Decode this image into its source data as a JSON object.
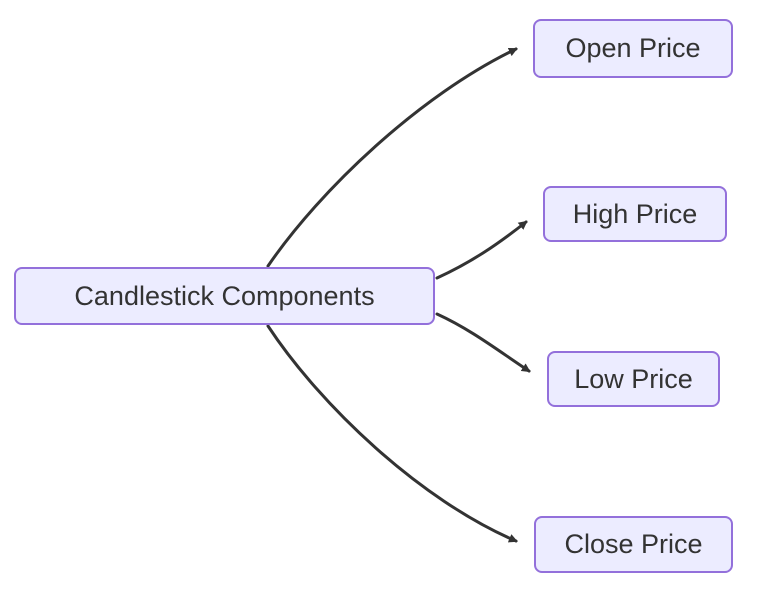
{
  "diagram": {
    "type": "flowchart-left-to-right",
    "root": {
      "label": "Candlestick Components"
    },
    "children": [
      {
        "label": "Open Price"
      },
      {
        "label": "High Price"
      },
      {
        "label": "Low Price"
      },
      {
        "label": "Close Price"
      }
    ],
    "edges": [
      {
        "from": "Candlestick Components",
        "to": "Open Price"
      },
      {
        "from": "Candlestick Components",
        "to": "High Price"
      },
      {
        "from": "Candlestick Components",
        "to": "Low Price"
      },
      {
        "from": "Candlestick Components",
        "to": "Close Price"
      }
    ],
    "colors": {
      "node_fill": "#ECECFF",
      "node_border": "#9370DB",
      "edge": "#333333",
      "text": "#333333",
      "background": "#FFFFFF"
    }
  }
}
